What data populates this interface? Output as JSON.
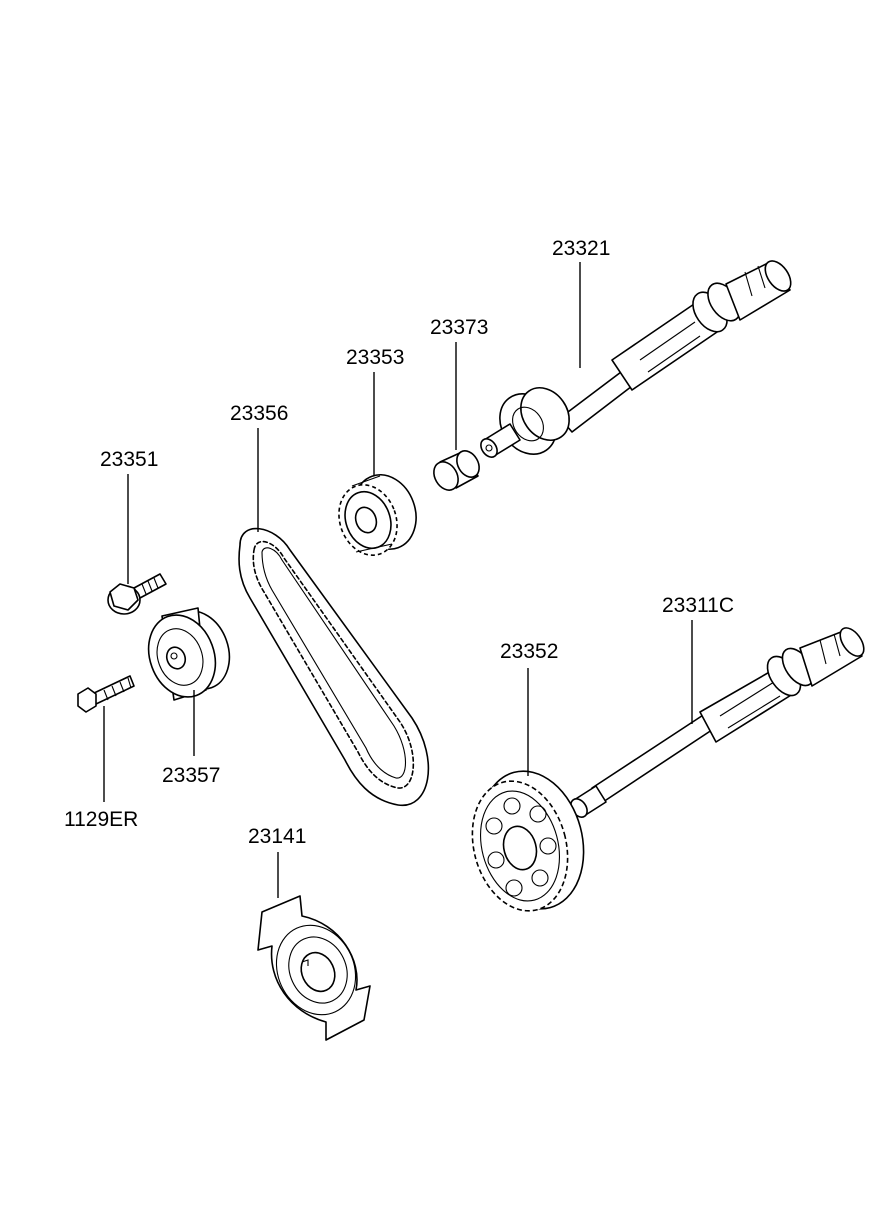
{
  "parts": {
    "p23321": {
      "label": "23321"
    },
    "p23373": {
      "label": "23373"
    },
    "p23353": {
      "label": "23353"
    },
    "p23356": {
      "label": "23356"
    },
    "p23351": {
      "label": "23351"
    },
    "p23311C": {
      "label": "23311C"
    },
    "p23352": {
      "label": "23352"
    },
    "p23357": {
      "label": "23357"
    },
    "p1129ER": {
      "label": "1129ER"
    },
    "p23141": {
      "label": "23141"
    }
  }
}
